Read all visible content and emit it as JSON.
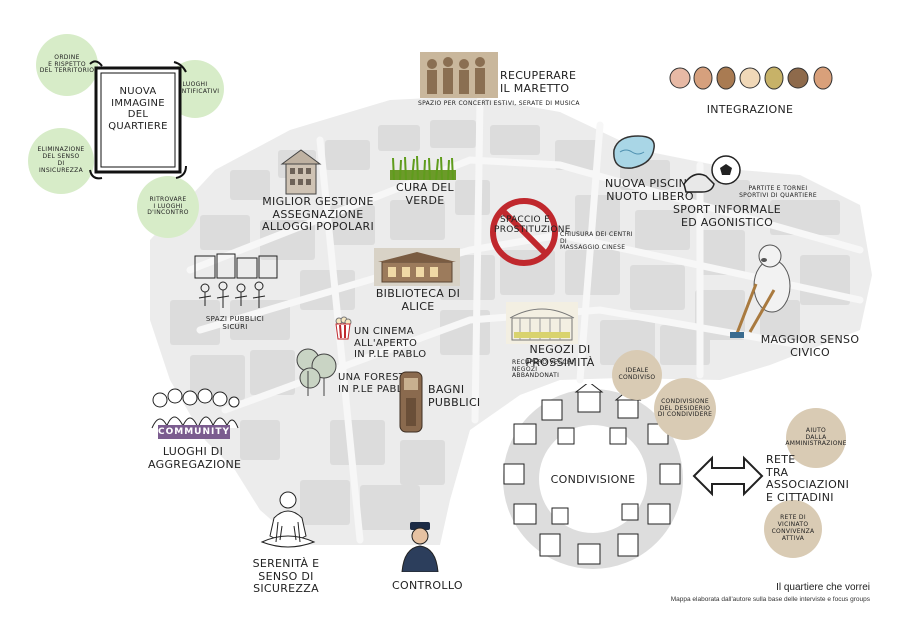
{
  "frame_title": "NUOVA\nIMMAGINE\nDEL\nQUARTIERE",
  "green_circles": [
    {
      "text": "ORDINE\nE RISPETTO\nDEL TERRITORIO"
    },
    {
      "text": "LUOGHI\nIDENTIFICATIVI"
    },
    {
      "text": "ELIMINAZIONE\nDEL SENSO\nDI\nINSICUREZZA"
    },
    {
      "text": "RITROVARE\nI LUOGHI\nD'INCONTRO"
    }
  ],
  "labels": {
    "maretto": "RECUPERARE\nIL MARETTO",
    "maretto_sub": "SPAZIO PER CONCERTI ESTIVI, SERATE DI MUSICA",
    "integrazione": "INTEGRAZIONE",
    "alloggi": "MIGLIOR GESTIONE\nASSEGNAZIONE\nALLOGGI POPOLARI",
    "verde": "CURA DEL VERDE",
    "spaccio": "SPACCIO E\nPROSTITUZIONE",
    "massaggio": "CHIUSURA DEI CENTRI DI\nMASSAGGIO CINESE",
    "piscina": "NUOVA PISCINA\nNUOTO LIBERO",
    "sport": "SPORT INFORMALE\nED AGONISTICO",
    "partite": "PARTITE E TORNEI\nSPORTIVI DI QUARTIERE",
    "biblioteca": "BIBLIOTECA DI ALICE",
    "spazi": "SPAZI PUBBLICI\nSICURI",
    "cinema": "UN CINEMA ALL'APERTO\nIN P.LE PABLO",
    "foresta": "UNA FORESTA\nIN P.LE PABLO",
    "bagni": "BAGNI\nPUBBLICI",
    "negozi": "NEGOZI DI PROSSIMITÀ",
    "negozi_sub": "RECUPERO VECCHI NEGOZI\nABBANDONATI",
    "civico": "MAGGIOR SENSO CIVICO",
    "community": "COMMUNITY",
    "aggregazione": "LUOGHI DI\nAGGREGAZIONE",
    "condivisione": "CONDIVISIONE",
    "rete": "RETE\nTRA ASSOCIAZIONI\nE CITTADINI",
    "serenita": "SERENITÀ E\nSENSO DI SICUREZZA",
    "controllo": "CONTROLLO"
  },
  "tan_circles": [
    {
      "text": "IDEALE\nCONDIVISO"
    },
    {
      "text": "CONDIVISIONE\nDEL DESIDERIO\nDI CONDIVIDERE"
    },
    {
      "text": "AIUTO\nDALLA\nAMMINISTRAZIONE"
    },
    {
      "text": "RETE DI\nVICINATO\nCONVIVENZA\nATTIVA"
    }
  ],
  "caption": {
    "title": "Il quartiere che vorrei",
    "subtitle": "Mappa elaborata dall'autore sulla base delle interviste e focus groups"
  },
  "colors": {
    "green_circle": "#d7ecc8",
    "tan_circle": "#d9cbb4",
    "map_block": "#e6e6e6",
    "community_bg": "#7b5c8f",
    "no_sign": "#c0282d"
  },
  "icons": [
    "ornate-frame-icon",
    "bathers-photo-icon",
    "faces-icon",
    "house-icon",
    "grass-icon",
    "no-sign-icon",
    "pool-icon",
    "soccer-ball-icon",
    "sneaker-icon",
    "library-building-icon",
    "crowd-sketch-icon",
    "popcorn-icon",
    "trees-icon",
    "toilet-cabin-icon",
    "shop-icon",
    "dog-broom-icon",
    "community-group-icon",
    "houses-ring-icon",
    "double-arrow-icon",
    "buddha-icon",
    "police-officer-icon"
  ]
}
